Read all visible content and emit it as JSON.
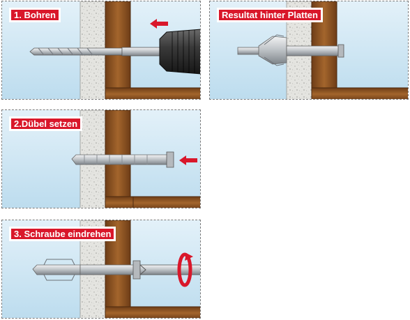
{
  "steps": {
    "drill": "1. Bohren",
    "result": "Resultat hinter Platten",
    "plug": "2.Dübel setzen",
    "screw": "3. Schraube eindrehen"
  },
  "colors": {
    "label_bg": "#d9172a",
    "sky": "#cfe6f3",
    "plaster": "#dcdcd8",
    "wood": "#8a5122",
    "metal": "#c9ccd0",
    "arrow": "#d9172a"
  },
  "icons": [
    "drill-bit-icon",
    "drill-chuck-icon",
    "wall-plug-icon",
    "screwdriver-icon",
    "arrow-left-icon",
    "rotate-arrow-icon"
  ]
}
